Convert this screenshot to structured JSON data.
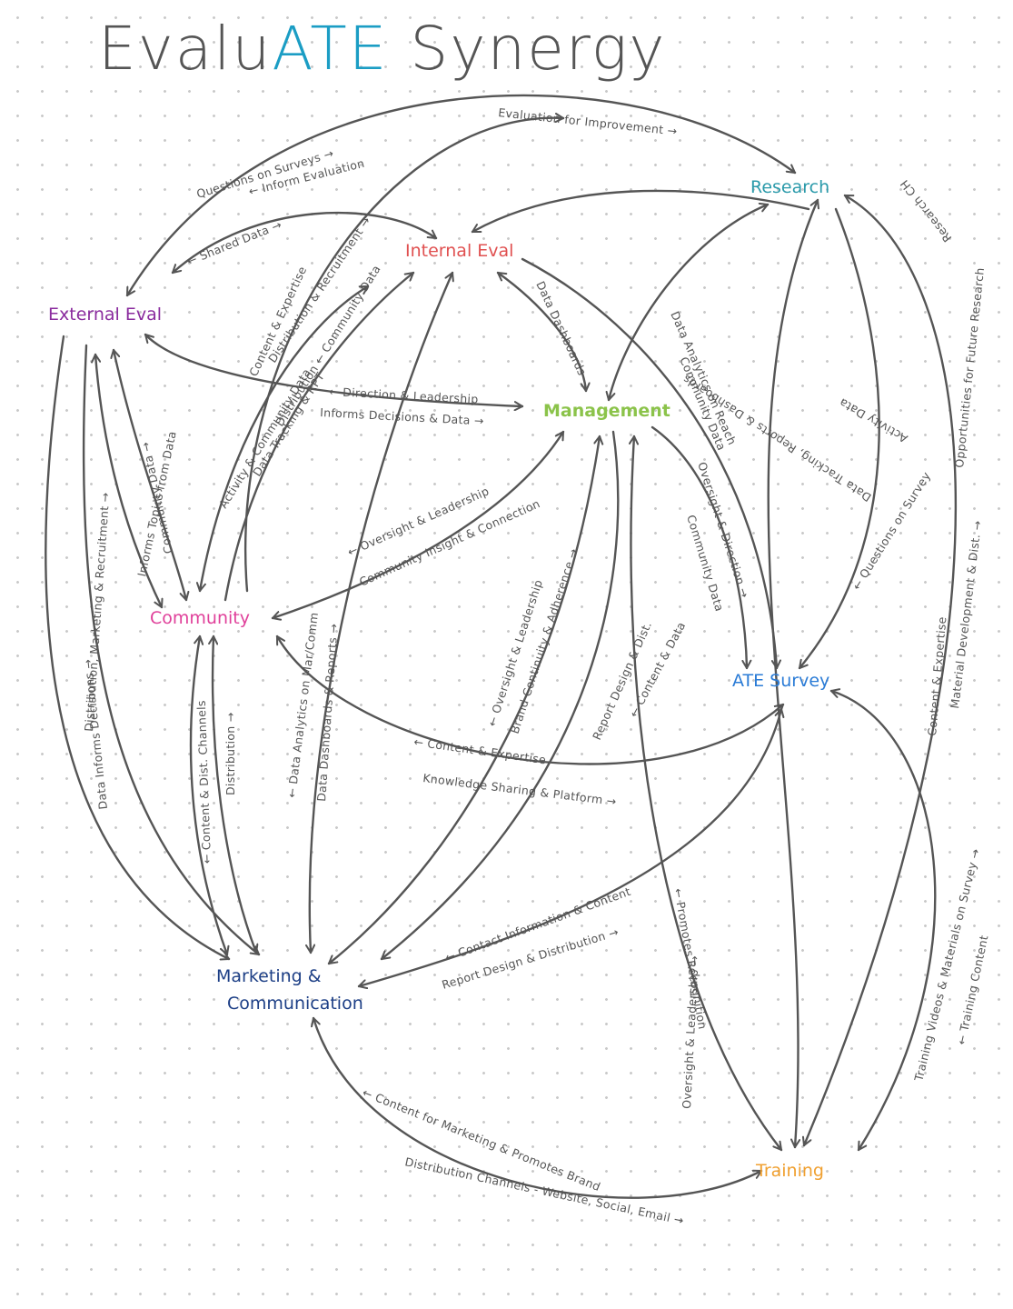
{
  "title": {
    "part1": "EvaluATE",
    "accent": "ATE",
    "part2": "Synergy"
  },
  "colors": {
    "ink": "#555555",
    "title_accent": "#1b9dc4",
    "research": "#2a9aaa",
    "internal_eval": "#e05050",
    "external_eval": "#8a2b9e",
    "management": "#8bc34a",
    "community": "#e0409a",
    "ate_survey": "#2a7bd6",
    "marketing": "#1d3f86",
    "training": "#f0a030"
  },
  "nodes": {
    "research": "Research",
    "internal_eval": "Internal Eval",
    "external_eval": "External Eval",
    "management": "Management",
    "community": "Community",
    "ate_survey": "ATE Survey",
    "marketing_line1": "Marketing &",
    "marketing_line2": "Communication",
    "training": "Training"
  },
  "edge_labels": {
    "eval_improvement": "Evaluation for Improvement →",
    "questions_surveys": "Questions on Surveys →",
    "inform_evaluation": "← Inform Evaluation",
    "shared_data": "← Shared Data →",
    "content_expertise_1": "Content & Expertise",
    "distribution_recruitment": "Distribution & Recruitment →",
    "community_data_1": "Distribution ← Community Data",
    "data_tracking": "Data Tracking & RPT",
    "activity_data": "Activity & Community Data",
    "data_dashboards_1": "Data Dashboards",
    "data_tracking_dashboards": "Data Tracking, Reports & Dashboards",
    "activity_data_2": "Activity Data",
    "research_ch": "Research CH",
    "opportunities": "Opportunities for Future Research",
    "direction_leadership": "← Direction & Leadership",
    "informs_decisions": "Informs Decisions & Data →",
    "data_analytics_reach": "Data Analytics on Reach",
    "community_data_2": "Community Data",
    "informs_topics": "Informs Topics from Data",
    "community_data_3": "Community Data →",
    "oversight_leadership_1": "← Oversight & Leadership",
    "community_insight": "Community Insight & Connection",
    "questions_on_survey": "← Questions on Survey",
    "oversight_direction": "Oversight & Direction →",
    "community_data_4": "Community Data",
    "data_analytics_mar": "← Data Analytics on Mar/Comm",
    "data_dashboards_reports": "Data Dashboards & Reports →",
    "oversight_leadership_2": "← Oversight & Leadership",
    "brand_continuity": "Brand Continuity & Adherence →",
    "report_design": "Report Design & Dist.",
    "content_data": "← Content & Data",
    "content_expertise_2": "Content & Expertise",
    "material_development": "Material Development & Dist. →",
    "data_informs_decisions": "Data Informs Decisions →",
    "distribution_marketing": "Distribution, Marketing & Recruitment →",
    "content_dist_channels": "← Content & Dist. Channels",
    "distribution_2": "Distribution →",
    "content_expertise_3": "← Content & Expertise",
    "knowledge_sharing": "Knowledge Sharing & Platform →",
    "contact_information": "← Contact Information & Content",
    "report_design_distribution": "Report Design & Distribution →",
    "oversight_leadership_3": "Oversight & Leadership →",
    "promotes_recognition": "← Promotes Recognition",
    "training_videos": "Training Videos & Materials on Survey →",
    "training_content": "← Training Content",
    "content_marketing": "← Content for Marketing & Promotes Brand",
    "distribution_channels": "Distribution Channels - Website, Social, Email →"
  }
}
